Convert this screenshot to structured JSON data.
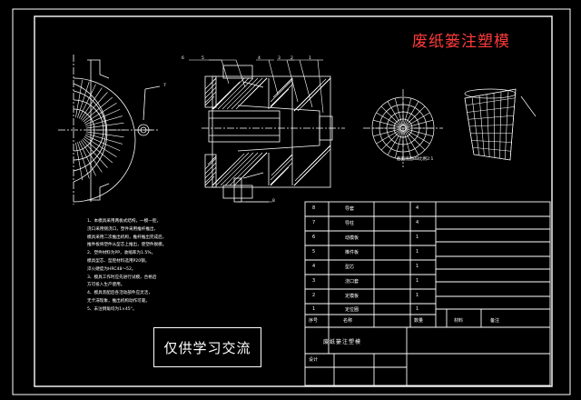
{
  "drawing": {
    "title_red": "废纸篓注塑模",
    "stamp_text": "仅供学习交流",
    "section_label": "截面视图BB比例2:1",
    "title_block_name": "废纸篓注塑模",
    "notes": [
      "1、本模具采用两板式结构，一模一腔，",
      "浇口采用侧浇口，塑件采用推杆推出，",
      "模具采用二次推出机构，推杆推出完成后，",
      "推件板将塑件从型芯上推出，使塑件脱模。",
      "2、塑件材料为PP，收缩率为1.5%，",
      "模具型芯、型腔材料选用P20钢，",
      "淬火硬度为HRC48～52。",
      "3、模具工作时应先进行试模，合格后",
      "方可投入生产使用。",
      "4、模具装配后各活动部件应灵活，",
      "无卡滞现象，推出机构动作可靠。",
      "5、未注倒角均为1×45°。"
    ]
  },
  "parts_table": {
    "header": [
      "序号",
      "名称",
      "数量",
      "材料",
      "备注"
    ],
    "rows": [
      {
        "no": "8",
        "name": "导套",
        "qty": "4"
      },
      {
        "no": "7",
        "name": "导柱",
        "qty": "4"
      },
      {
        "no": "6",
        "name": "动模板",
        "qty": "1"
      },
      {
        "no": "5",
        "name": "推件板",
        "qty": "1"
      },
      {
        "no": "4",
        "name": "型芯",
        "qty": "1"
      },
      {
        "no": "3",
        "name": "浇口套",
        "qty": "1"
      },
      {
        "no": "2",
        "name": "定模板",
        "qty": "1"
      },
      {
        "no": "1",
        "name": "定位圈",
        "qty": "1"
      }
    ]
  },
  "title_block": {
    "designer_label": "设计"
  },
  "callouts": [
    "6",
    "5",
    "4",
    "3",
    "2",
    "1",
    "7",
    "8"
  ]
}
